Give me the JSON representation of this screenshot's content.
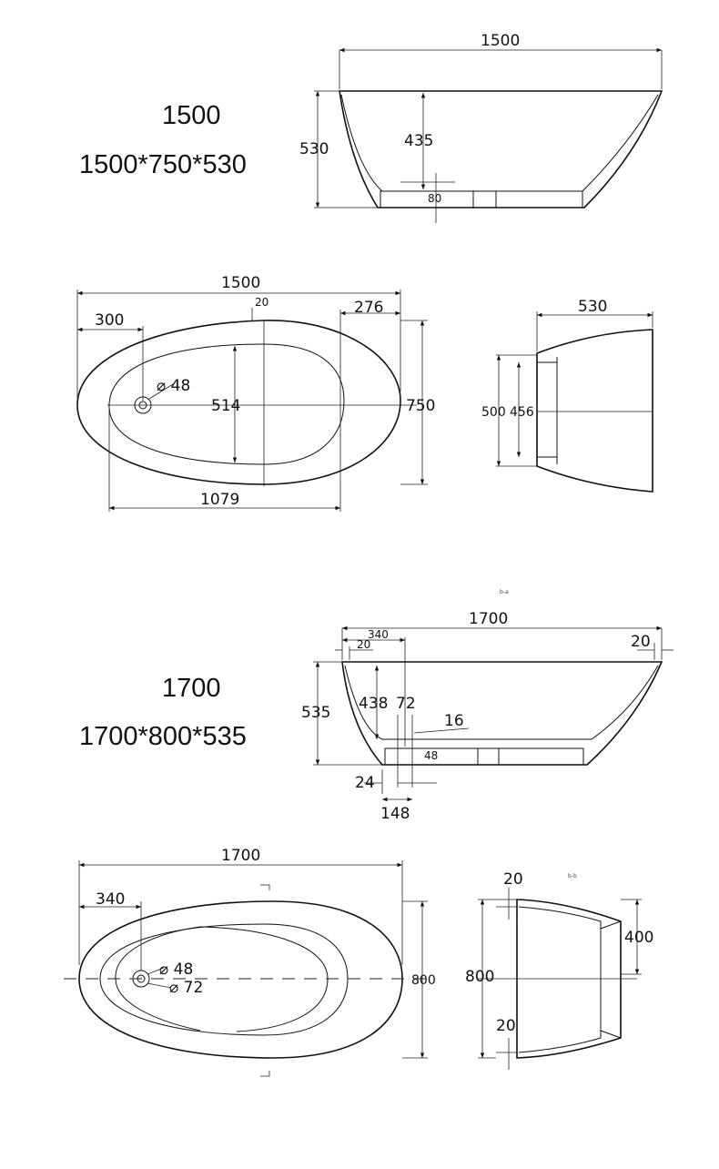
{
  "models": [
    {
      "size_label": "1500",
      "dimensions_label": "1500*750*530",
      "side_view": {
        "length": "1500",
        "height": "530",
        "depth": "435",
        "base": "80"
      },
      "top_view": {
        "length": "1500",
        "inner_offset": "20",
        "rim_right": "276",
        "drain_offset": "300",
        "drain_diameter": "⌀ 48",
        "inner_width": "514",
        "width": "750",
        "inner_length": "1079"
      },
      "end_view": {
        "height": "530",
        "width": "500",
        "inner_width": "456"
      }
    },
    {
      "size_label": "1700",
      "dimensions_label": "1700*800*535",
      "side_view": {
        "length": "1700",
        "drain_offset": "340",
        "rim_left": "20",
        "rim_right": "20",
        "height": "535",
        "depth": "438",
        "drain_outer": "72",
        "drain_pipe": "16",
        "drain_inner": "48",
        "flange": "24",
        "base_offset": "148"
      },
      "top_view": {
        "length": "1700",
        "drain_offset": "340",
        "drain_diameter": "⌀ 48",
        "overflow_diameter": "⌀ 72",
        "width": "800"
      },
      "end_view": {
        "top_rim": "20",
        "width": "800",
        "inner_height": "400",
        "bottom_rim": "20"
      }
    }
  ]
}
